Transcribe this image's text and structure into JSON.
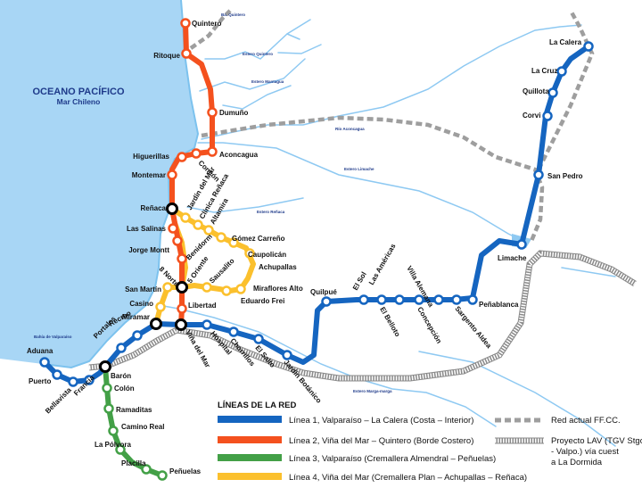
{
  "sea": {
    "title": "OCEANO PACÍFICO",
    "subtitle": "Mar Chileno"
  },
  "rivers": {
    "quintero_bay": "Ba. Quintero",
    "quintero": "Estero Quintero",
    "mantagua": "Estero Mantagua",
    "aconcagua": "Río Aconcagua",
    "limache": "Estero Limache",
    "renaca": "Estero Reñaca",
    "valparaiso_bay": "Bahía de Valparaíso",
    "marga_marga": "Estero Marga-marga"
  },
  "lines": [
    {
      "id": "L1",
      "color": "#1565C0",
      "stations": [
        "Puerto",
        "Bellavista",
        "Francia",
        "Barón",
        "Portales",
        "Recreo",
        "Miramar",
        "Viña del Mar",
        "Hospital",
        "Chorrillos",
        "El Salto",
        "Jardín Botánico",
        "Quilpué",
        "El Sol",
        "El Belloto",
        "Las Américas",
        "Concepción",
        "Villa Alemana",
        "Sargento Aldea",
        "Peñablanca",
        "Limache",
        "San Pedro",
        "Corvi",
        "Quillota",
        "La Cruz",
        "La Calera"
      ]
    },
    {
      "id": "L2",
      "color": "#F4511E",
      "stations": [
        "Viña del Mar",
        "Libertad",
        "5 Oriente",
        "8 Norte",
        "Benidorm",
        "Jorge Montt",
        "Las Salinas",
        "Reñaca",
        "Montemar",
        "Higuerillas",
        "Concón",
        "Aconcagua",
        "Dumuño",
        "Ritoque",
        "Quintero"
      ]
    },
    {
      "id": "L3",
      "color": "#43A047",
      "stations": [
        "Barón",
        "Colón",
        "Ramaditas",
        "Camino Real",
        "La Pólvora",
        "Placilla",
        "Peñuelas"
      ]
    },
    {
      "id": "L4",
      "color": "#FBC02D",
      "stations": [
        "Miramar",
        "Casino",
        "San Martín",
        "Reñaca",
        "Jardín del Mar",
        "Clínica Reñaca",
        "Altamira",
        "Gómez Carreño",
        "Caupolicán",
        "Achupallas",
        "Miraflores Alto",
        "Eduardo Frei",
        "Sausalito"
      ]
    }
  ],
  "extra_stations": [
    "Aduana"
  ],
  "legend": {
    "title": "LÍNEAS DE LA RED",
    "items": [
      "Línea 1, Valparaíso – La Calera (Costa – Interior)",
      "Línea 2, Viña del Mar – Quintero (Borde Costero)",
      "Línea 3, Valparaíso (Cremallera Almendral – Peñuelas)",
      "Línea 4, Viña del Mar (Cremallera Plan – Achupallas – Reñaca)"
    ],
    "rail_current": "Red actual FF.CC.",
    "rail_proposed": "Proyecto LAV (TGV Stgo. - Valpo.) vía cuesta La Dormida"
  }
}
